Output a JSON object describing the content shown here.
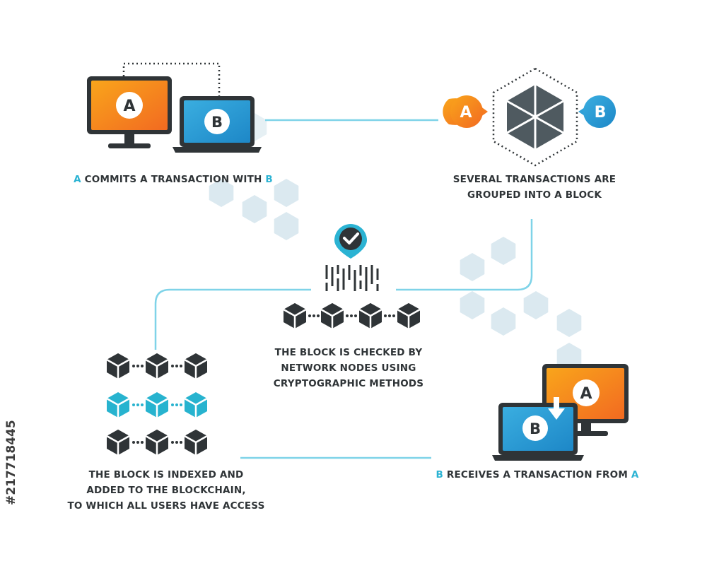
{
  "steps": {
    "step1": {
      "letter_a": "A",
      "text": " COMMITS A TRANSACTION WITH ",
      "letter_b": "B"
    },
    "step2": {
      "line1": "SEVERAL TRANSACTIONS ARE",
      "line2": "GROUPED INTO A BLOCK"
    },
    "step3": {
      "line1": "THE BLOCK IS CHECKED BY",
      "line2": "NETWORK NODES USING",
      "line3": "CRYPTOGRAPHIC METHODS"
    },
    "step4": {
      "letter_b": "B",
      "text": " RECEIVES A TRANSACTION FROM ",
      "letter_a": "A"
    },
    "step5": {
      "line1": "THE BLOCK IS INDEXED AND",
      "line2": "ADDED TO THE BLOCKCHAIN,",
      "line3": "TO WHICH ALL USERS HAVE ACCESS"
    }
  },
  "device_labels": {
    "monitor_a": "A",
    "laptop_b": "B",
    "bubble_a": "A",
    "bubble_b": "B",
    "monitor_a2": "A",
    "laptop_b2": "B"
  },
  "stock_id": "#217718445",
  "colors": {
    "accent": "#2bb3d3",
    "orange_top": "#f9a51b",
    "orange_bottom": "#f26a21",
    "blue_top": "#3aaee0",
    "blue_bottom": "#1d87c7",
    "dark": "#2f3437",
    "hex_light": "#dbe9f0",
    "cube_teal": "#27b3cf"
  },
  "icons": [
    "monitor-icon",
    "laptop-icon",
    "hexagon-block-icon",
    "checkmark-pin-icon",
    "binary-code-icon",
    "cube-icon",
    "download-arrow-icon"
  ]
}
